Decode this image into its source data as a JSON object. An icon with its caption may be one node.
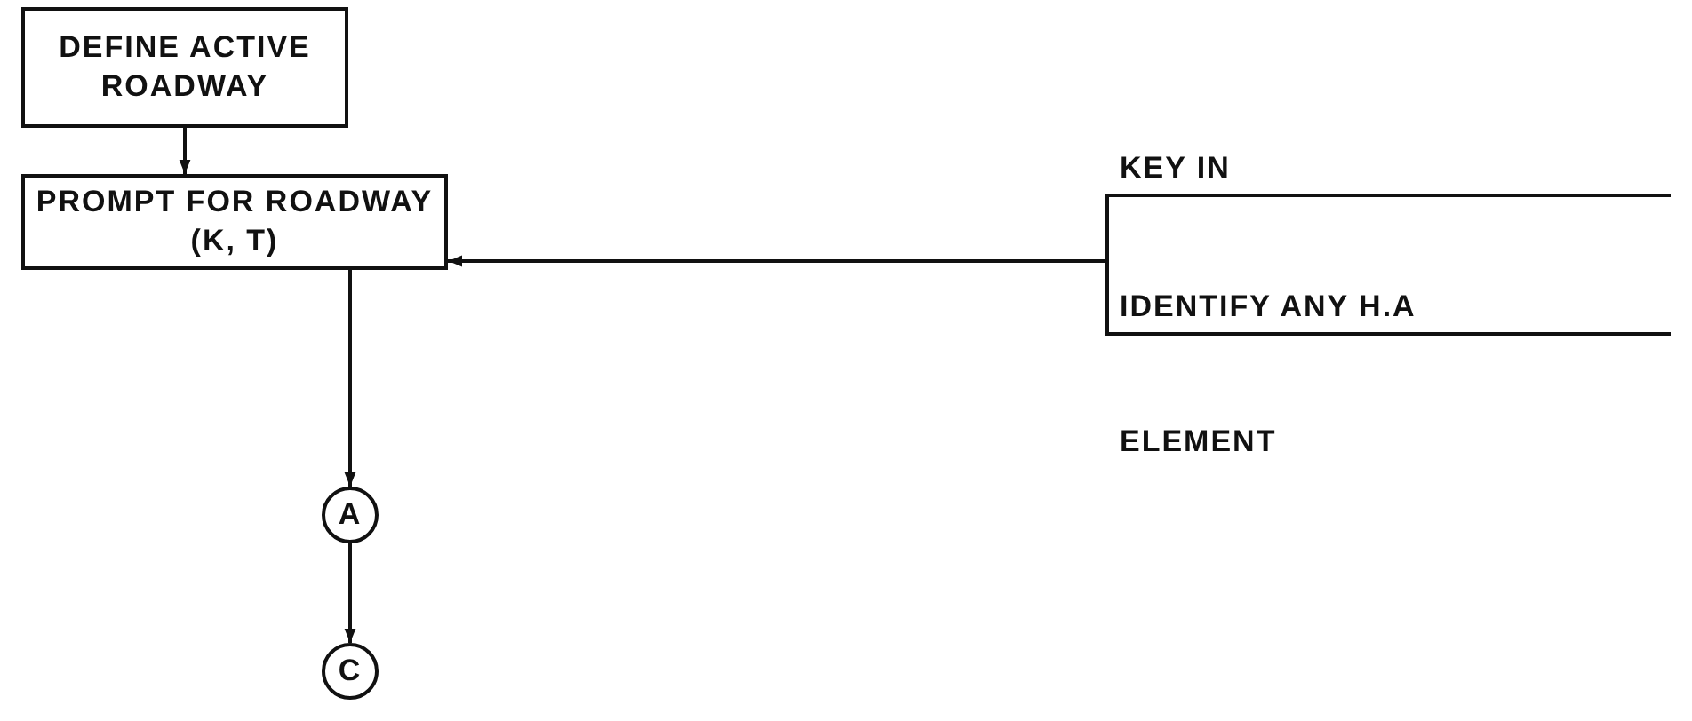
{
  "diagram": {
    "nodes": [
      {
        "text": [
          "DEFINE ACTIVE ROADWAY"
        ]
      },
      {
        "text": [
          "PROMPT FOR ROADWAY (K, T)"
        ]
      },
      {
        "text": [
          "KEY IN",
          "IDENTIFY ANY H.A",
          "ELEMENT"
        ]
      },
      {
        "text": [
          "A"
        ]
      },
      {
        "text": [
          "C"
        ]
      }
    ],
    "edges": [
      {
        "from": 0,
        "to": 1,
        "arrow": "to"
      },
      {
        "from": 2,
        "to": 1,
        "arrow": "to"
      },
      {
        "from": 1,
        "to": 3,
        "arrow": "to"
      },
      {
        "from": 3,
        "to": 4,
        "arrow": "to"
      }
    ]
  }
}
